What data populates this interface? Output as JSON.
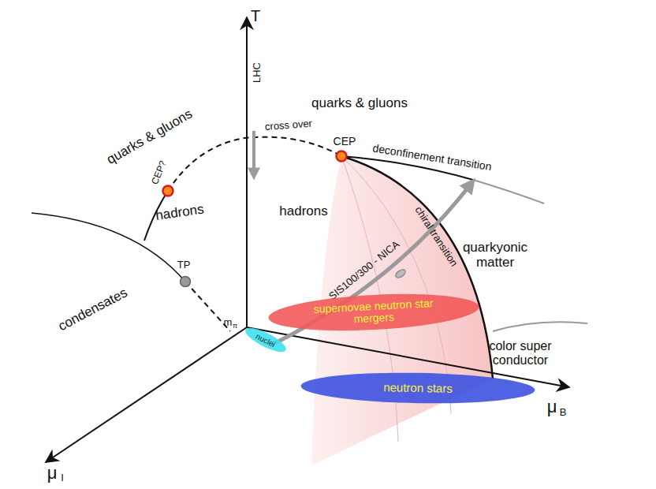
{
  "diagram": {
    "nodes": [
      {
        "text": [
          "supernovae neutron star mergers"
        ]
      },
      {
        "text": [
          "nuclei"
        ]
      },
      {
        "text": [
          "neutron stars"
        ]
      }
    ],
    "labels": [
      "T",
      "LHC",
      "quarks & gluons",
      "quarks & gluons",
      "cross over",
      "CEP",
      "CEP?",
      "deconfinement transition",
      "hadrons",
      "hadrons",
      "chiral transition",
      "quarkyonic matter",
      "SIS100/300 - NICA",
      "TP",
      "condensates",
      "m",
      "π",
      "color super conductor",
      "μ",
      "B",
      "μ",
      "I"
    ]
  }
}
